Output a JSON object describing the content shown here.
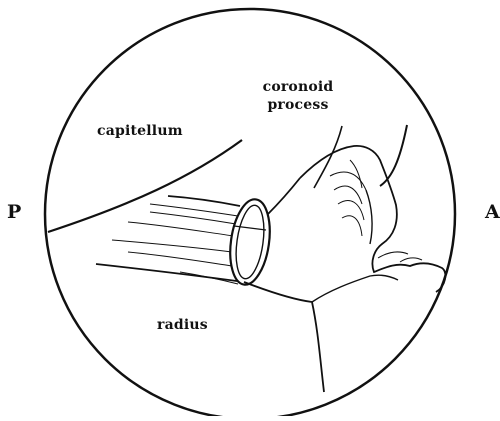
{
  "labels": {
    "capitellum": "capitellum",
    "coronoid_line1": "coronoid",
    "coronoid_line2": "process",
    "radius": "radius",
    "posterior": "P",
    "anterior": "A"
  },
  "colors": {
    "ink": "#111111",
    "background": "#ffffff"
  }
}
